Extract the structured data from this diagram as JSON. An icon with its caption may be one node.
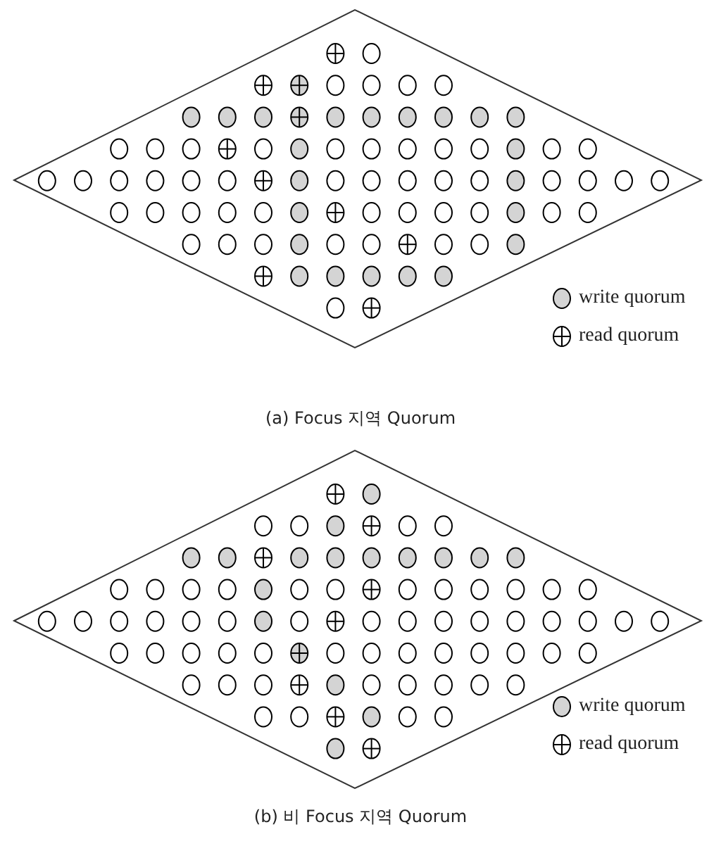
{
  "diagram": {
    "labels": [
      "(a) Focus 지역 Quorum",
      "(b) 비 Focus 지역 Quorum"
    ],
    "legend": [
      {
        "text": "write quorum"
      },
      {
        "text": "read quorum"
      },
      {
        "text": "write quorum"
      },
      {
        "text": "read quorum"
      }
    ]
  }
}
